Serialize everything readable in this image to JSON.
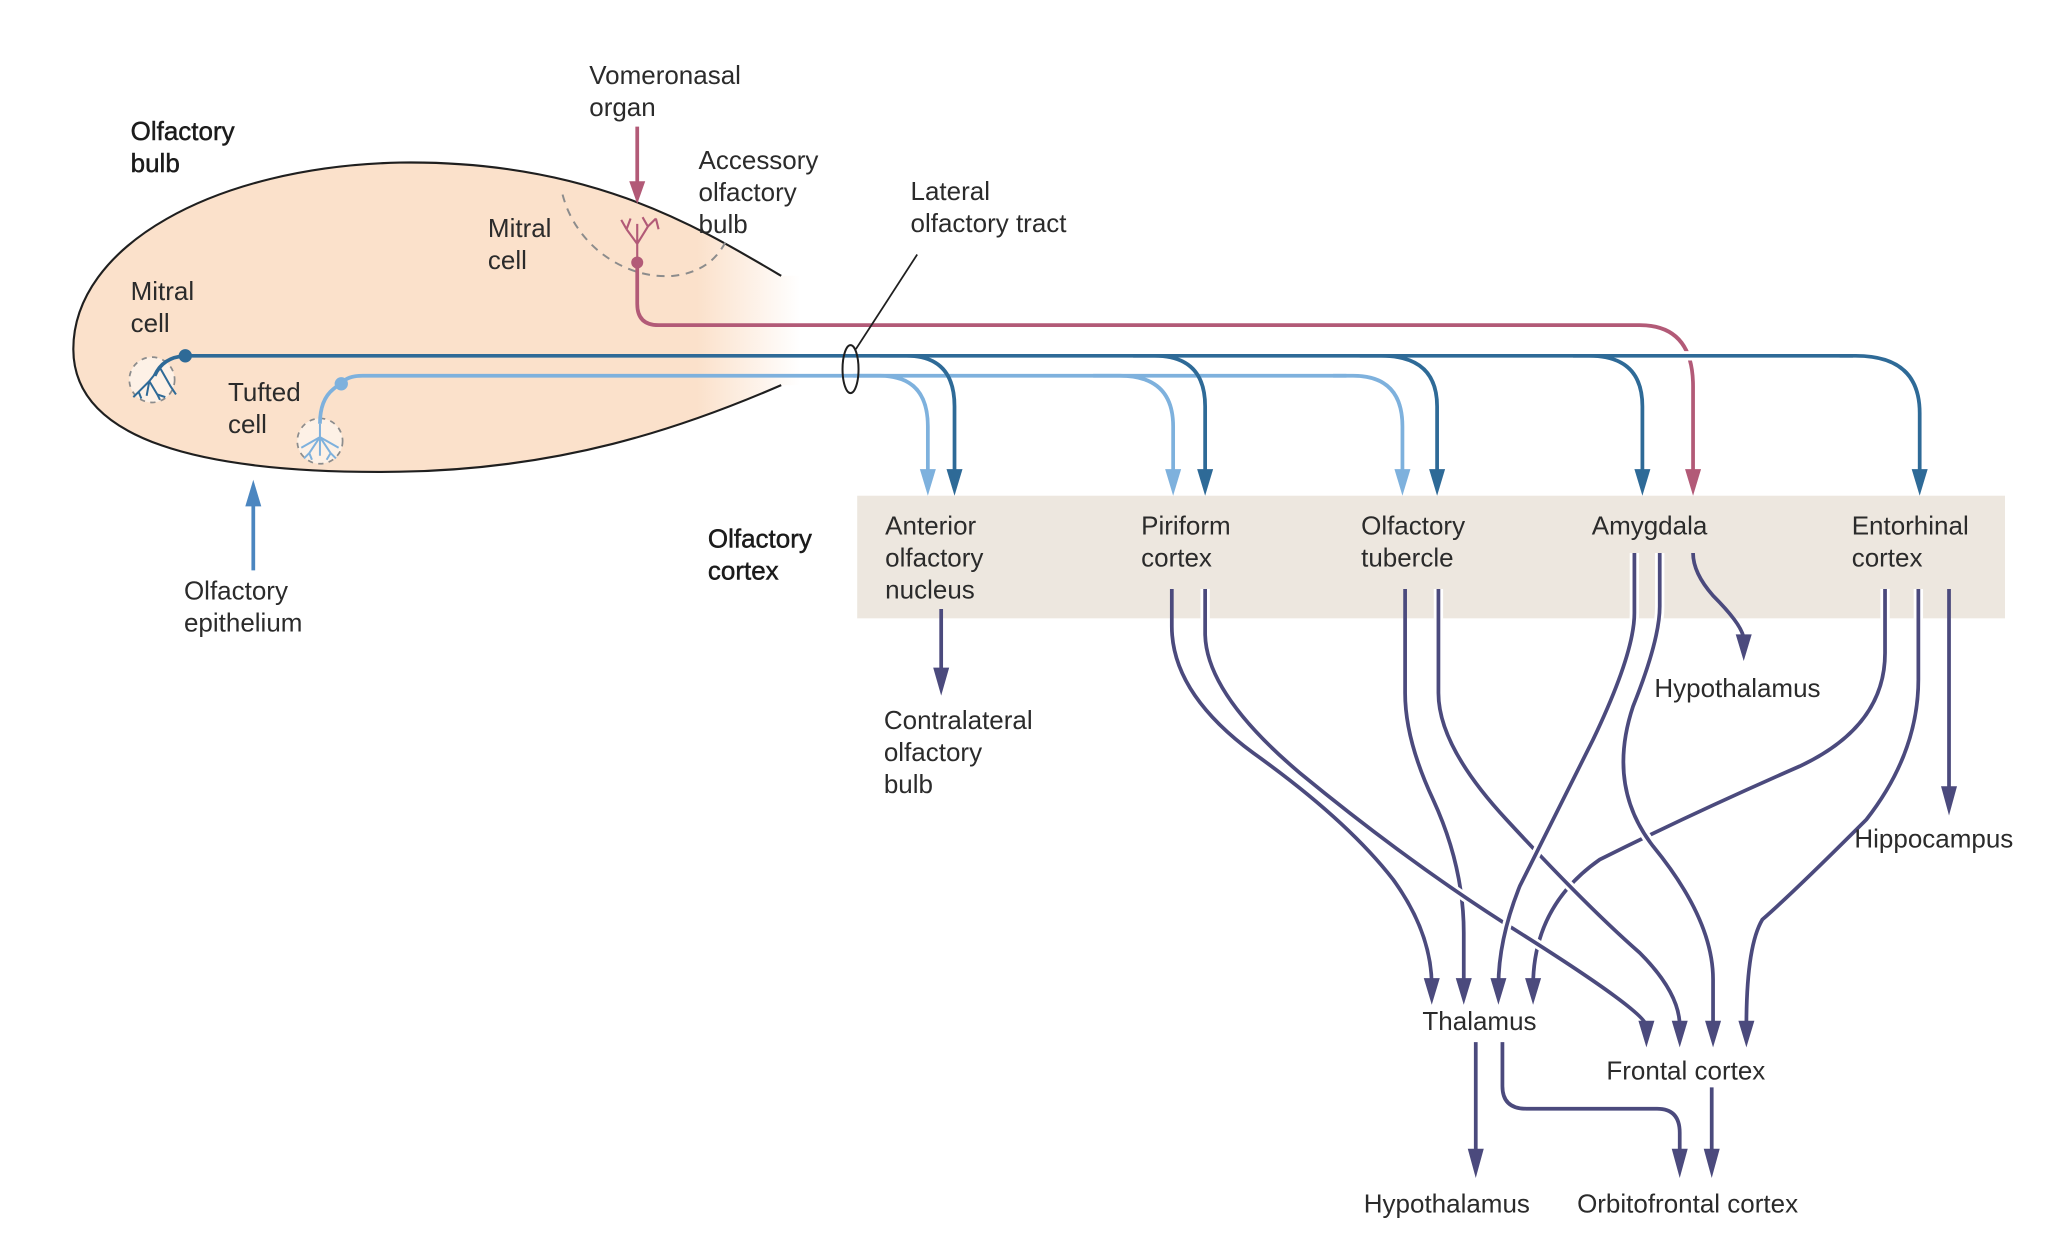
{
  "figure": {
    "colors": {
      "mitral_axon": "#2e6a97",
      "tufted_axon": "#7eb1dd",
      "vomeronasal_axon": "#b25a77",
      "cortical_projection": "#4b4a7d",
      "bulb_fill": "#fbe1cb",
      "cortex_band": "#ede7df",
      "outline": "#1f1f1f",
      "dashed_circle": "#8c8c8c"
    },
    "labels": {
      "olfactory_bulb": [
        "Olfactory",
        "bulb"
      ],
      "vomeronasal_organ": [
        "Vomeronasal",
        "organ"
      ],
      "accessory_olfactory_bulb": [
        "Accessory",
        "olfactory",
        "bulb"
      ],
      "accessory_mitral_cell": [
        "Mitral",
        "cell"
      ],
      "mitral_cell": [
        "Mitral",
        "cell"
      ],
      "tufted_cell": [
        "Tufted",
        "cell"
      ],
      "lateral_olfactory_tract": [
        "Lateral",
        "olfactory tract"
      ],
      "olfactory_epithelium": [
        "Olfactory",
        "epithelium"
      ],
      "olfactory_cortex": [
        "Olfactory",
        "cortex"
      ]
    },
    "cortex_regions": [
      {
        "id": "anterior-olfactory-nucleus",
        "lines": [
          "Anterior",
          "olfactory",
          "nucleus"
        ],
        "inputs": [
          "tufted",
          "mitral"
        ]
      },
      {
        "id": "piriform-cortex",
        "lines": [
          "Piriform",
          "cortex"
        ],
        "inputs": [
          "tufted",
          "mitral"
        ]
      },
      {
        "id": "olfactory-tubercle",
        "lines": [
          "Olfactory",
          "tubercle"
        ],
        "inputs": [
          "tufted",
          "mitral"
        ]
      },
      {
        "id": "amygdala",
        "lines": [
          "Amygdala"
        ],
        "inputs": [
          "mitral",
          "vomeronasal"
        ]
      },
      {
        "id": "entorhinal-cortex",
        "lines": [
          "Entorhinal",
          "cortex"
        ],
        "inputs": [
          "mitral"
        ]
      }
    ],
    "targets": {
      "contralateral_olfactory_bulb": [
        "Contralateral",
        "olfactory",
        "bulb"
      ],
      "hypothalamus_amygdala": [
        "Hypothalamus"
      ],
      "hippocampus": [
        "Hippocampus"
      ],
      "thalamus": [
        "Thalamus"
      ],
      "frontal_cortex": [
        "Frontal cortex"
      ],
      "hypothalamus_thalamus": [
        "Hypothalamus"
      ],
      "orbitofrontal_cortex": [
        "Orbitofrontal cortex"
      ]
    },
    "connections": [
      {
        "from": "Vomeronasal organ",
        "to": "Accessory olfactory bulb"
      },
      {
        "from": "Olfactory epithelium",
        "to": "Olfactory bulb"
      },
      {
        "from": "Anterior olfactory nucleus",
        "to": "Contralateral olfactory bulb"
      },
      {
        "from": "Amygdala",
        "to": "Hypothalamus"
      },
      {
        "from": "Entorhinal cortex",
        "to": "Hippocampus"
      },
      {
        "from": "Piriform cortex",
        "to": "Thalamus"
      },
      {
        "from": "Piriform cortex",
        "to": "Frontal cortex"
      },
      {
        "from": "Olfactory tubercle",
        "to": "Thalamus"
      },
      {
        "from": "Olfactory tubercle",
        "to": "Frontal cortex"
      },
      {
        "from": "Amygdala",
        "to": "Thalamus"
      },
      {
        "from": "Amygdala",
        "to": "Frontal cortex"
      },
      {
        "from": "Entorhinal cortex",
        "to": "Thalamus"
      },
      {
        "from": "Entorhinal cortex",
        "to": "Frontal cortex"
      },
      {
        "from": "Thalamus",
        "to": "Hypothalamus"
      },
      {
        "from": "Thalamus",
        "to": "Orbitofrontal cortex"
      },
      {
        "from": "Frontal cortex",
        "to": "Orbitofrontal cortex"
      }
    ]
  }
}
